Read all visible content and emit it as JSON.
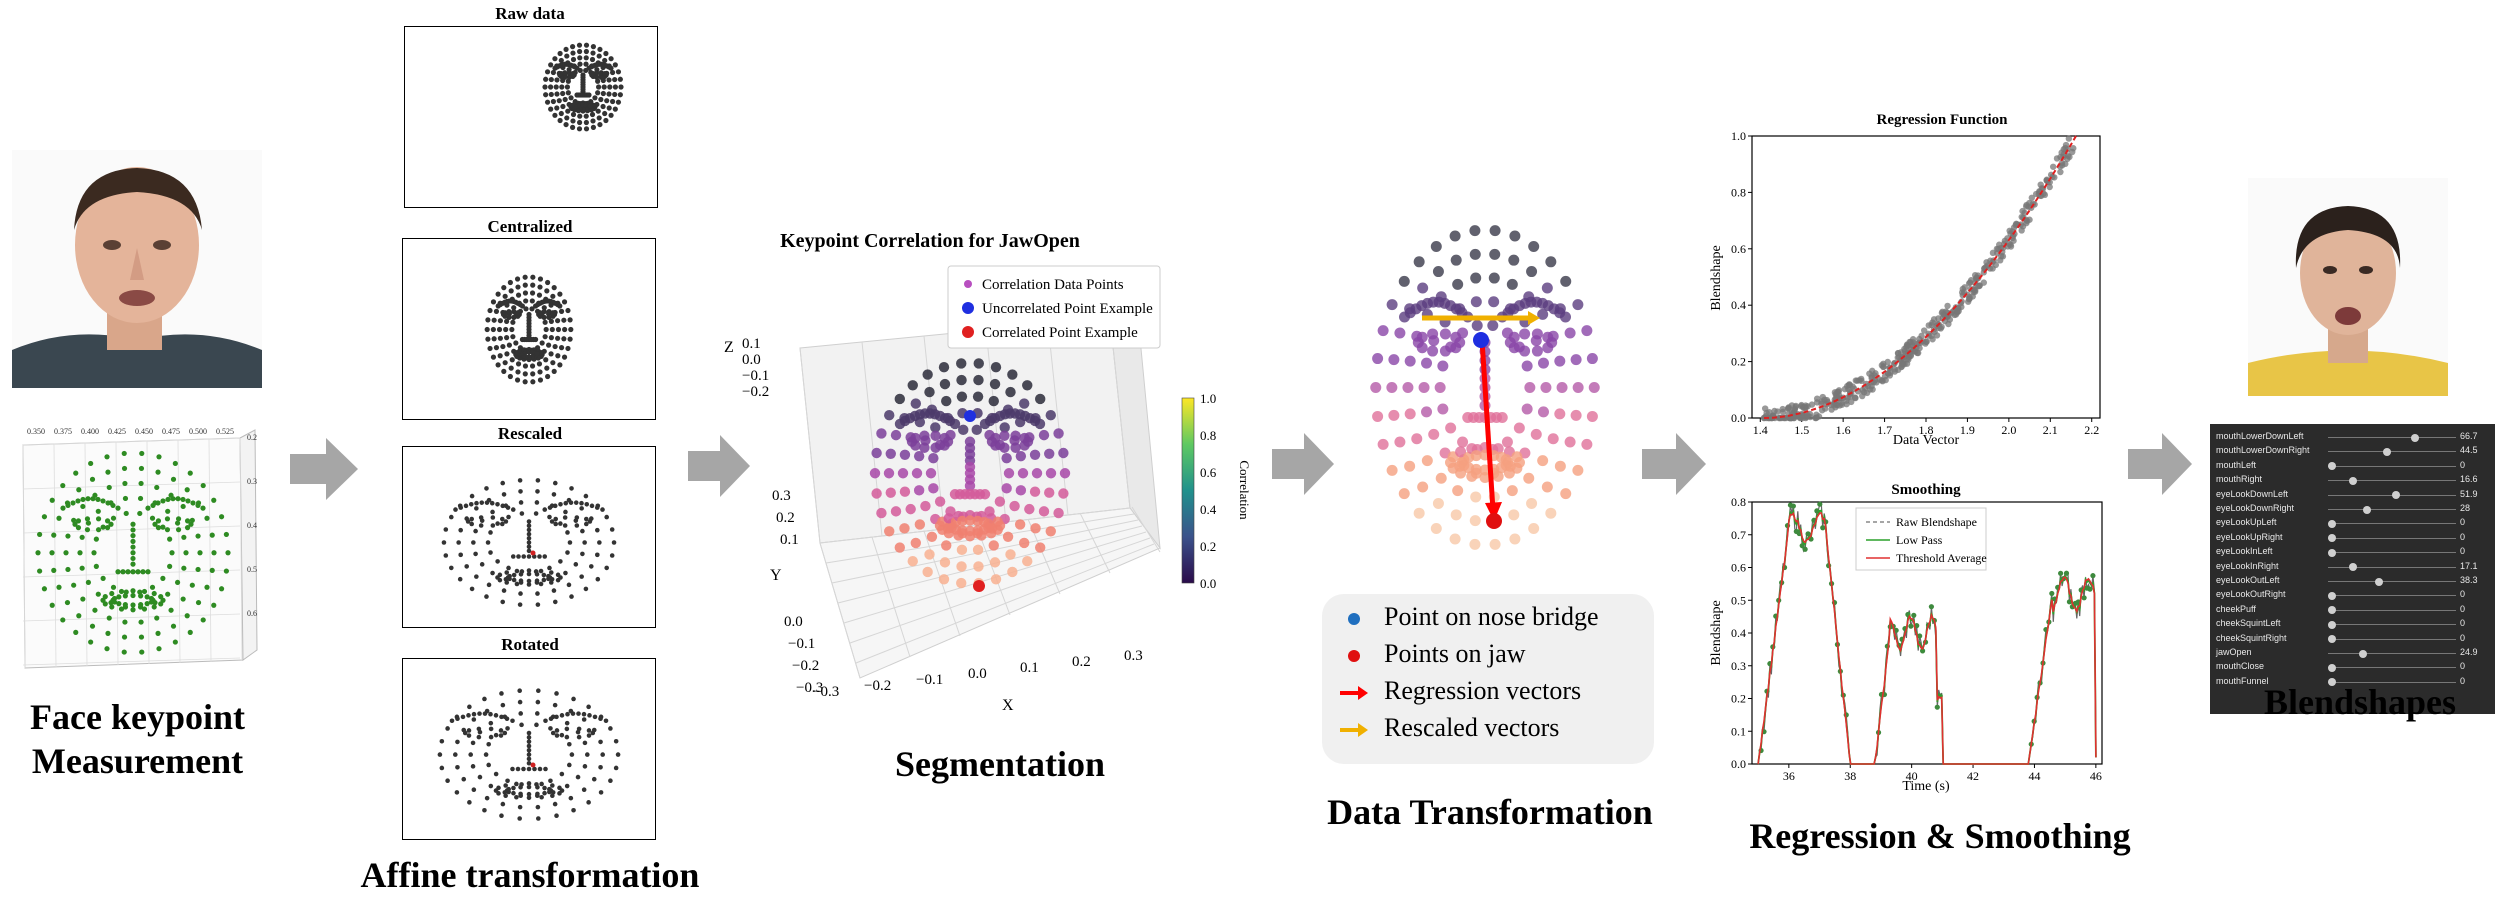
{
  "stages": {
    "measurement": "Face keypoint\nMeasurement",
    "affine": "Affine transformation",
    "segmentation": "Segmentation",
    "transformation": "Data Transformation",
    "regression": "Regression & Smoothing",
    "blendshapes": "Blendshapes"
  },
  "measurement_plot": {
    "x_ticks": [
      "0.350",
      "0.375",
      "0.400",
      "0.425",
      "0.450",
      "0.475",
      "0.500",
      "0.525"
    ],
    "y_ticks": [
      "0.2",
      "0.3",
      "0.4",
      "0.5",
      "0.6"
    ],
    "point_color": "#2e8b22"
  },
  "affine_panels": [
    {
      "title": "Raw data"
    },
    {
      "title": "Centralized"
    },
    {
      "title": "Rescaled"
    },
    {
      "title": "Rotated"
    }
  ],
  "correlation_plot": {
    "title": "Keypoint Correlation for JawOpen",
    "legend": [
      "Correlation Data Points",
      "Uncorrelated Point Example",
      "Correlated Point Example"
    ],
    "legend_colors": [
      "#b84fc0",
      "#1f2fe0",
      "#e02020"
    ],
    "x_label": "X",
    "y_label": "Y",
    "z_label": "Z",
    "x_ticks": [
      "−0.3",
      "−0.2",
      "−0.1",
      "0.0",
      "0.1",
      "0.2",
      "0.3"
    ],
    "y_ticks": [
      "0.3",
      "0.2",
      "0.1",
      "0.0",
      "−0.1",
      "−0.2",
      "−0.3"
    ],
    "z_ticks": [
      "0.1",
      "0.0",
      "−0.1",
      "−0.2"
    ],
    "colorbar_label": "Correlation",
    "colorbar_ticks": [
      "1.0",
      "0.8",
      "0.6",
      "0.4",
      "0.2",
      "0.0"
    ]
  },
  "transform_legend": [
    {
      "label": "Point on nose bridge",
      "marker": "dot",
      "color": "#1f6fbf"
    },
    {
      "label": "Points on jaw",
      "marker": "dot",
      "color": "#e01010"
    },
    {
      "label": "Regression vectors",
      "marker": "arrow",
      "color": "#ff0000"
    },
    {
      "label": "Rescaled vectors",
      "marker": "arrow",
      "color": "#f0b000"
    }
  ],
  "regression_plot": {
    "title": "Regression Function",
    "x_label": "Data Vector",
    "y_label": "Blendshape",
    "x_ticks": [
      "1.4",
      "1.5",
      "1.6",
      "1.7",
      "1.8",
      "1.9",
      "2.0",
      "2.1",
      "2.2"
    ],
    "y_ticks": [
      "0.0",
      "0.2",
      "0.4",
      "0.6",
      "0.8",
      "1.0"
    ]
  },
  "smoothing_plot": {
    "title": "Smoothing",
    "x_label": "Time (s)",
    "y_label": "Blendshape",
    "x_ticks": [
      "36",
      "38",
      "40",
      "42",
      "44",
      "46"
    ],
    "y_ticks": [
      "0.0",
      "0.1",
      "0.2",
      "0.3",
      "0.4",
      "0.5",
      "0.6",
      "0.7",
      "0.8"
    ],
    "legend": [
      "Raw Blendshape",
      "Low Pass",
      "Threshold Average"
    ],
    "legend_colors": [
      "#888888",
      "#2ca02c",
      "#e03030"
    ]
  },
  "blendshapes": [
    {
      "name": "mouthLowerDownLeft",
      "value": "66.7",
      "level": 0.667
    },
    {
      "name": "mouthLowerDownRight",
      "value": "44.5",
      "level": 0.445
    },
    {
      "name": "mouthLeft",
      "value": "0",
      "level": 0.0
    },
    {
      "name": "mouthRight",
      "value": "16.6",
      "level": 0.166
    },
    {
      "name": "eyeLookDownLeft",
      "value": "51.9",
      "level": 0.519
    },
    {
      "name": "eyeLookDownRight",
      "value": "28",
      "level": 0.28
    },
    {
      "name": "eyeLookUpLeft",
      "value": "0",
      "level": 0.0
    },
    {
      "name": "eyeLookUpRight",
      "value": "0",
      "level": 0.0
    },
    {
      "name": "eyeLookInLeft",
      "value": "0",
      "level": 0.0
    },
    {
      "name": "eyeLookInRight",
      "value": "17.1",
      "level": 0.171
    },
    {
      "name": "eyeLookOutLeft",
      "value": "38.3",
      "level": 0.383
    },
    {
      "name": "eyeLookOutRight",
      "value": "0",
      "level": 0.0
    },
    {
      "name": "cheekPuff",
      "value": "0",
      "level": 0.0
    },
    {
      "name": "cheekSquintLeft",
      "value": "0",
      "level": 0.0
    },
    {
      "name": "cheekSquintRight",
      "value": "0",
      "level": 0.0
    },
    {
      "name": "jawOpen",
      "value": "24.9",
      "level": 0.249
    },
    {
      "name": "mouthClose",
      "value": "0",
      "level": 0.0
    },
    {
      "name": "mouthFunnel",
      "value": "0",
      "level": 0.0
    }
  ]
}
